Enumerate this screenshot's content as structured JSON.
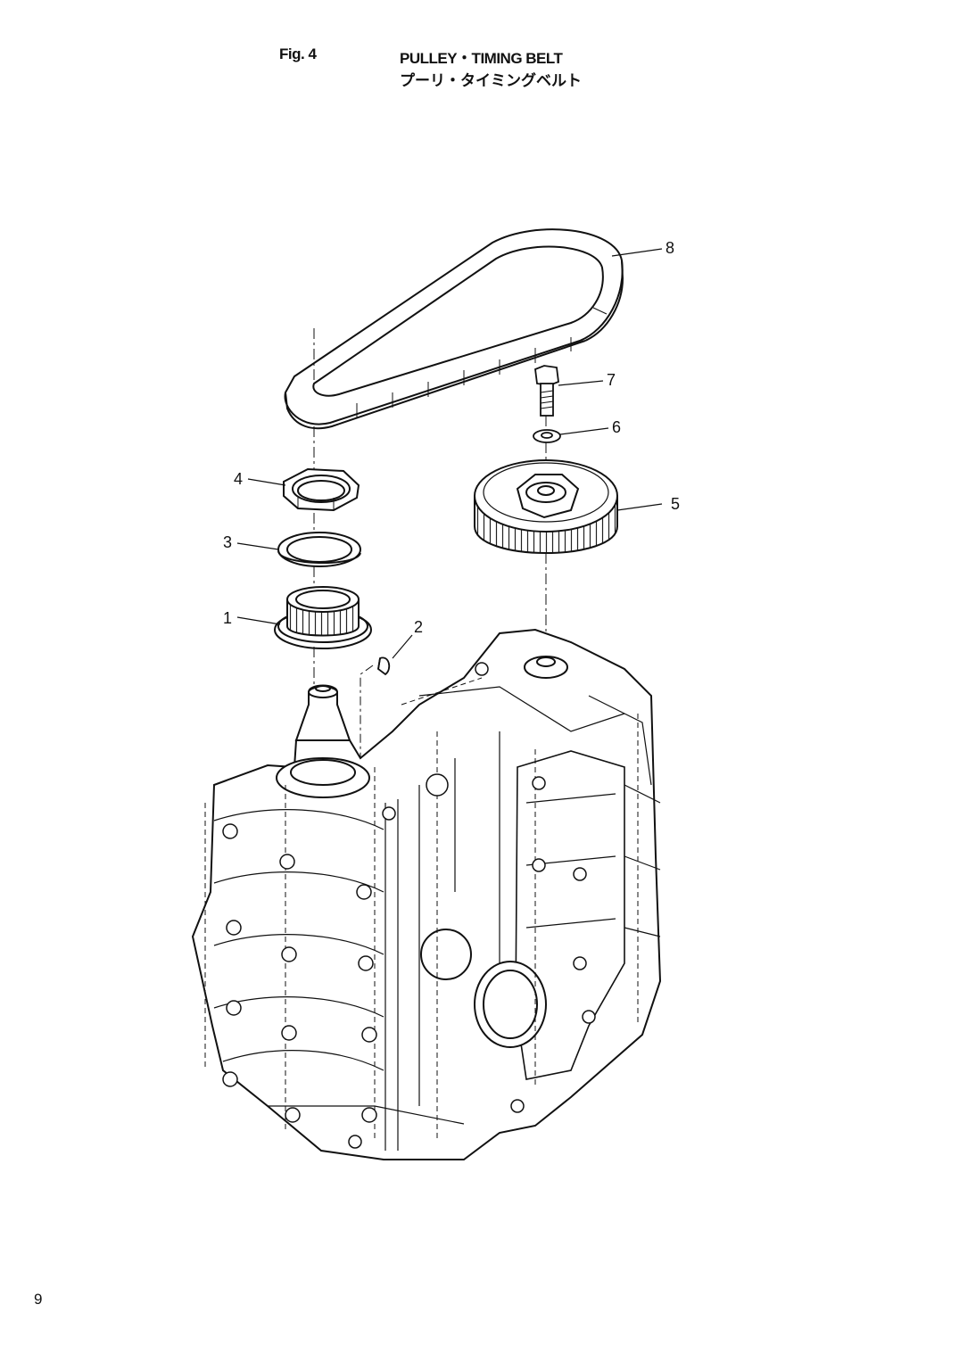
{
  "header": {
    "fig_label": "Fig. 4",
    "title_en": "PULLEY・TIMING BELT",
    "title_ja": "プーリ・タイミングベルト"
  },
  "callouts": [
    {
      "id": "1",
      "label": "1"
    },
    {
      "id": "2",
      "label": "2"
    },
    {
      "id": "3",
      "label": "3"
    },
    {
      "id": "4",
      "label": "4"
    },
    {
      "id": "5",
      "label": "5"
    },
    {
      "id": "6",
      "label": "6"
    },
    {
      "id": "7",
      "label": "7"
    },
    {
      "id": "8",
      "label": "8"
    }
  ],
  "footer": {
    "page_number": "9"
  }
}
